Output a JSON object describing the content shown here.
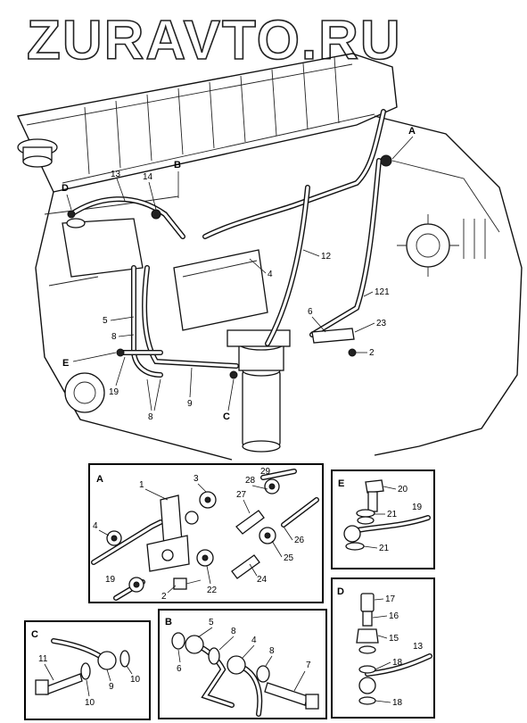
{
  "watermark": "ZURAVTO.RU",
  "main_callouts": {
    "A": "A",
    "B": "B",
    "C": "C",
    "D": "D",
    "E": "E",
    "n13": "13",
    "n14": "14",
    "n12": "12",
    "n4": "4",
    "n121": "121",
    "n6": "6",
    "n23": "23",
    "n2": "2",
    "n5": "5",
    "n8a": "8",
    "n19": "19",
    "n8b": "8",
    "n9": "9"
  },
  "detail_A": {
    "caption": "A",
    "labels": [
      "1",
      "3",
      "29",
      "28",
      "27",
      "4",
      "26",
      "25",
      "19",
      "2",
      "22",
      "24"
    ]
  },
  "detail_E": {
    "caption": "E",
    "labels": [
      "20",
      "21",
      "19",
      "21"
    ]
  },
  "detail_D": {
    "caption": "D",
    "labels": [
      "17",
      "16",
      "15",
      "13",
      "18",
      "18"
    ]
  },
  "detail_C": {
    "caption": "C",
    "labels": [
      "11",
      "9",
      "10",
      "10"
    ]
  },
  "detail_B": {
    "caption": "B",
    "labels": [
      "5",
      "8",
      "4",
      "8",
      "6",
      "7"
    ]
  }
}
